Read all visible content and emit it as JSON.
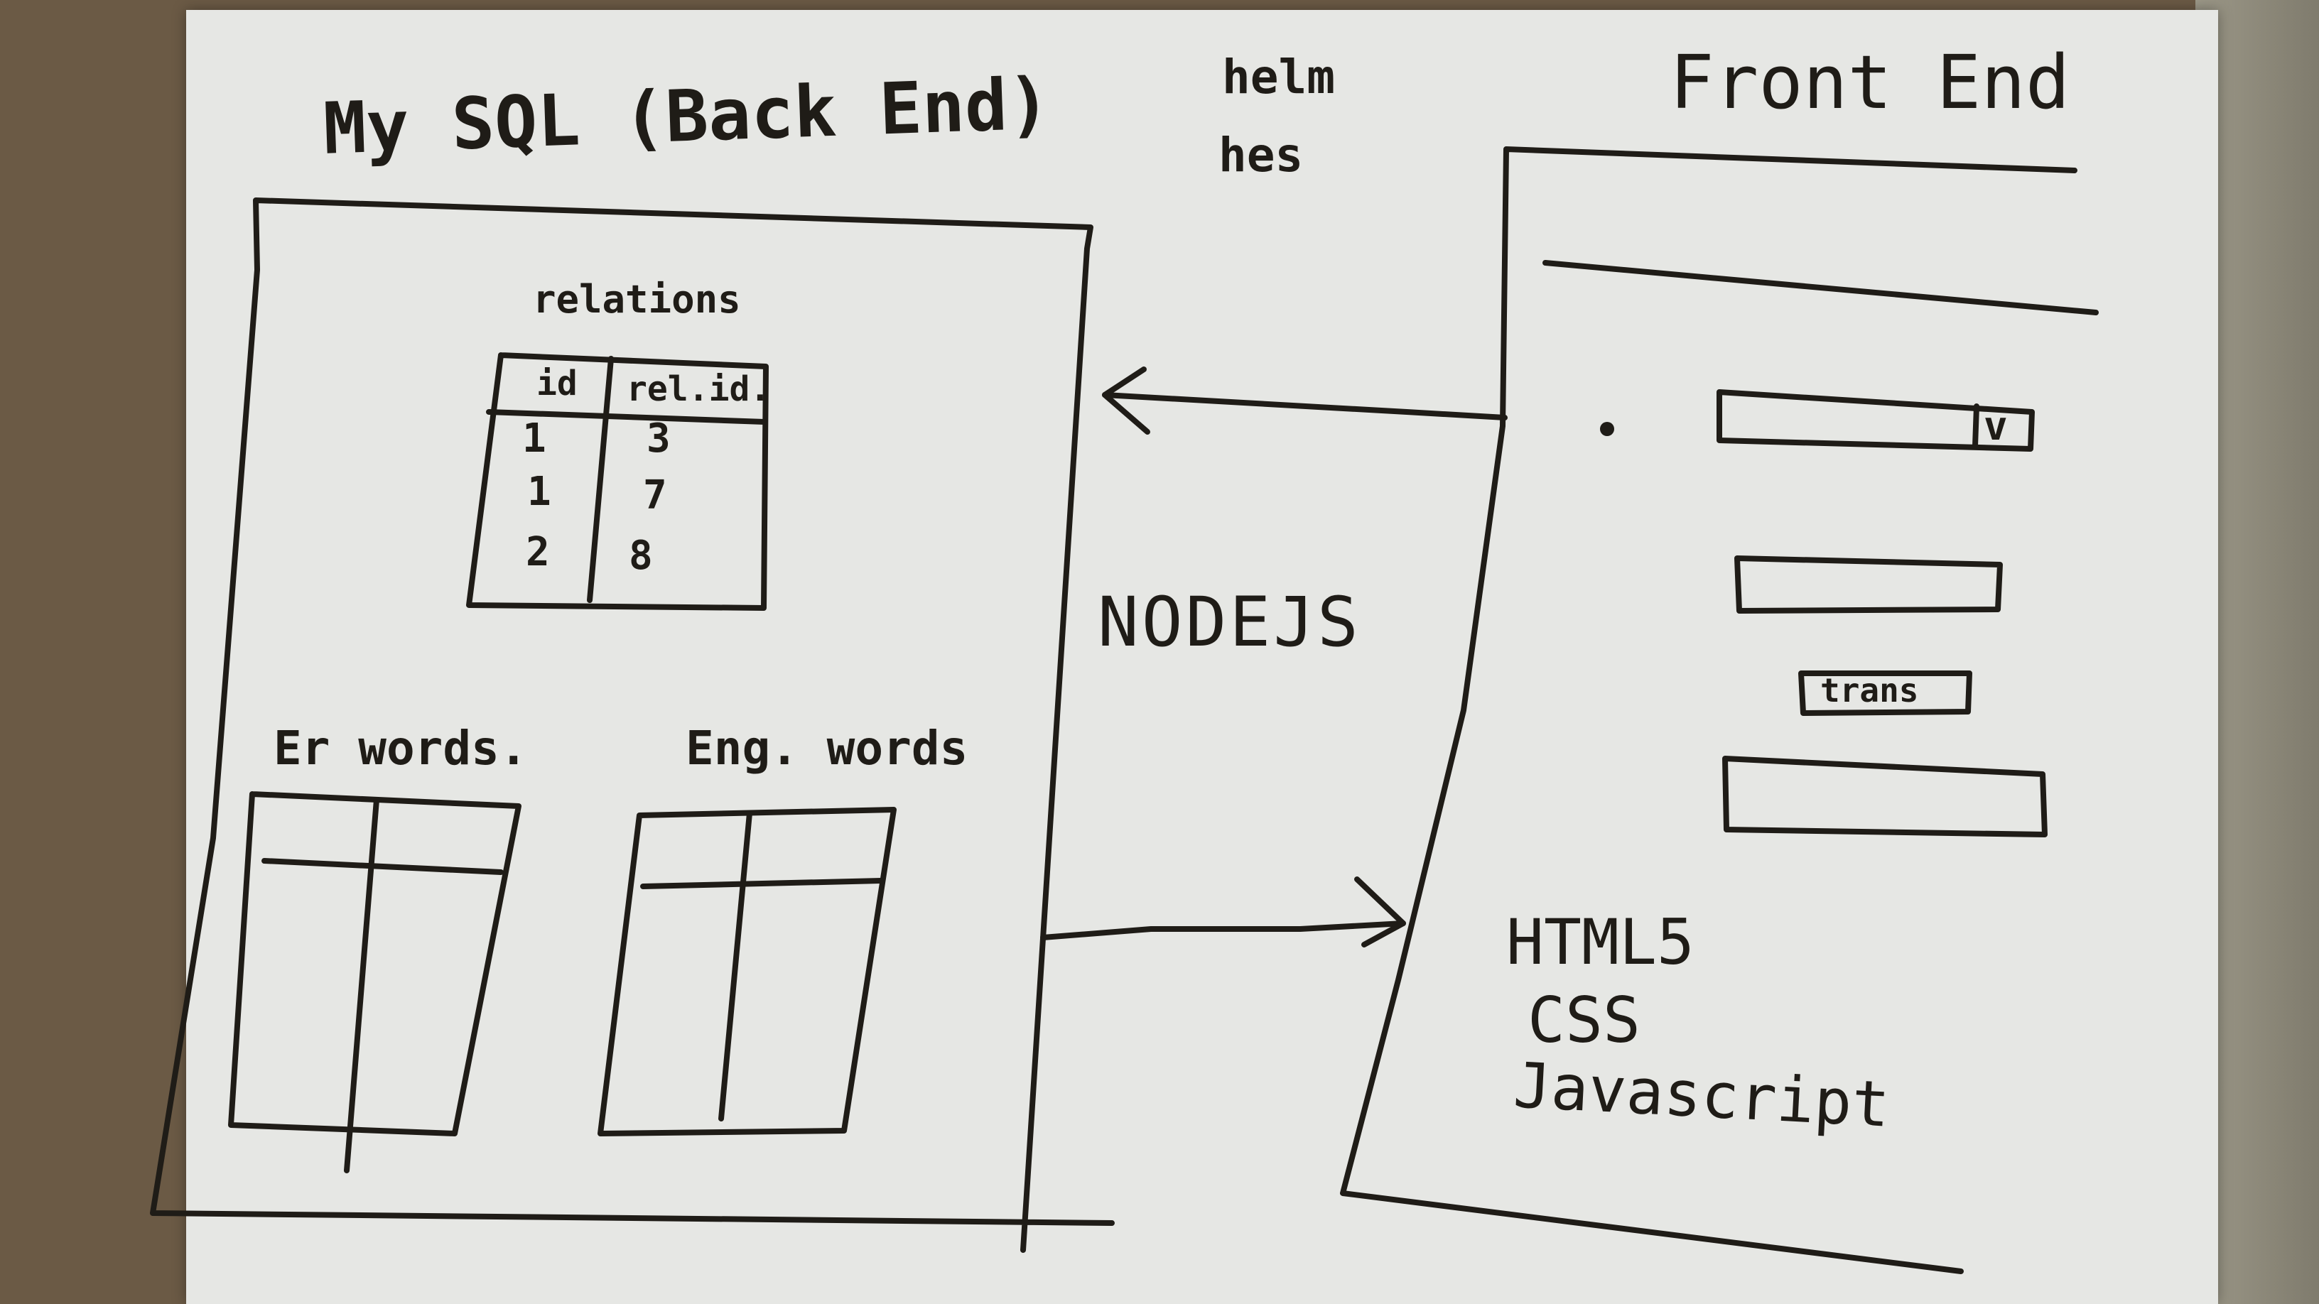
{
  "backend": {
    "title": "My SQL (Back End)",
    "relations_table": {
      "label": "relations",
      "columns": [
        "id",
        "rel.id."
      ],
      "rows": [
        [
          "1",
          "3"
        ],
        [
          "1",
          "7"
        ],
        [
          "2",
          "8"
        ]
      ]
    },
    "er_words_label": "Er words.",
    "eng_words_label": "Eng. words"
  },
  "middle": {
    "label": "NODEJS",
    "scribble_1": "helm",
    "scribble_2": "hes"
  },
  "frontend": {
    "title": "Front End",
    "dropdown_chevron": "v",
    "button_label": "trans",
    "tech": [
      "HTML5",
      "CSS",
      "Javascript"
    ]
  }
}
